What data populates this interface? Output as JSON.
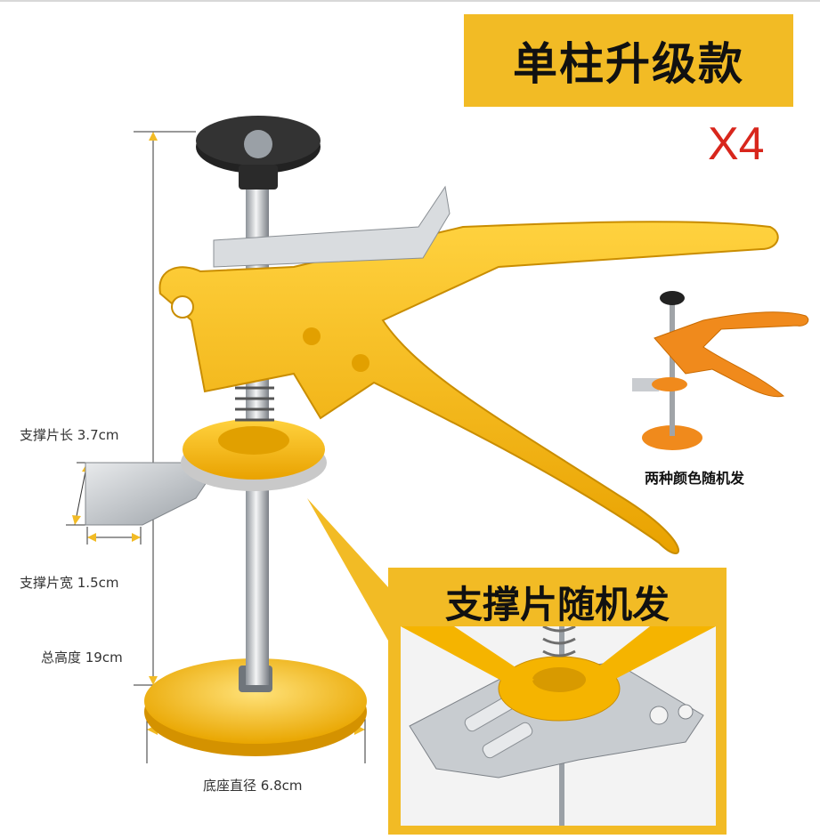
{
  "title": "单柱升级款",
  "quantity": "X4",
  "alt_color_caption": "两种颜色随机发",
  "inset_title": "支撑片随机发",
  "dimensions": {
    "plate_length": "支撑片长 3.7cm",
    "plate_width": "支撑片宽 1.5cm",
    "total_height": "总高度 19cm",
    "base_diameter": "底座直径 6.8cm"
  },
  "colors": {
    "accent_yellow": "#f2bb25",
    "tool_yellow": "#f5b400",
    "alt_orange": "#f08a1c",
    "qty_red": "#d8261c"
  }
}
